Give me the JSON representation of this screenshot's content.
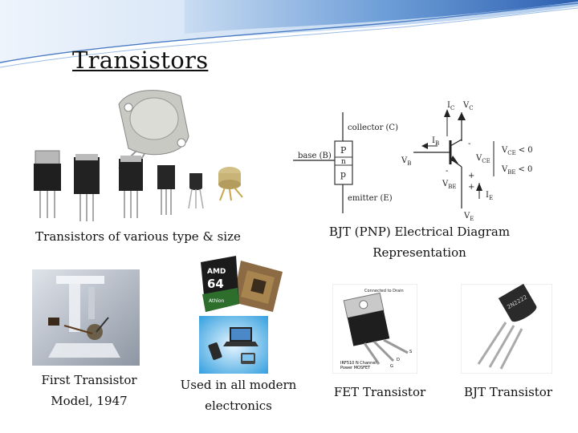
{
  "slide": {
    "title": "Transistors",
    "caption_various": "Transistors of various type & size",
    "caption_bjt_diagram_line1": "BJT (PNP) Electrical Diagram",
    "caption_bjt_diagram_line2": "Representation",
    "caption_first_line1": "First Transistor",
    "caption_first_line2": "Model, 1947",
    "caption_modern_line1": "Used in all modern",
    "caption_modern_line2": "electronics",
    "caption_fet": "FET Transistor",
    "caption_bjt": "BJT Transistor"
  },
  "diagram": {
    "ic": "I",
    "ic_sub": "C",
    "vc": "V",
    "vc_sub": "C",
    "collector": "collector (C)",
    "base": "base (B)",
    "emitter": "emitter (E)",
    "p_top": "P",
    "n_mid": "n",
    "p_bot": "p",
    "ib": "I",
    "ib_sub": "B",
    "vb": "V",
    "vb_sub": "B",
    "vce": "V",
    "vce_sub": "CE",
    "vce_cond": "V",
    "vce_cond_sub": "CE",
    "vce_cond_val": "< 0",
    "vbe_cond": "V",
    "vbe_cond_sub": "BE",
    "vbe_cond_val": "< 0",
    "vbe": "V",
    "vbe_sub": "BE",
    "ie": "I",
    "ie_sub": "E",
    "ve": "V",
    "ve_sub": "E",
    "minus1": "-",
    "plus1": "+",
    "minus2": "-",
    "plus2": "+"
  },
  "photos": {
    "chip_brand": "AMD",
    "chip_badge": "64",
    "chip_name": "Athlon",
    "fet_label_top": "Connected to Drain",
    "fet_label_bottom1": "IRF510 N Channel",
    "fet_label_bottom2": "Power MOSFET",
    "fet_pin_s": "S",
    "fet_pin_d": "D",
    "fet_pin_g": "G",
    "bjt_mark": "2N2222"
  }
}
